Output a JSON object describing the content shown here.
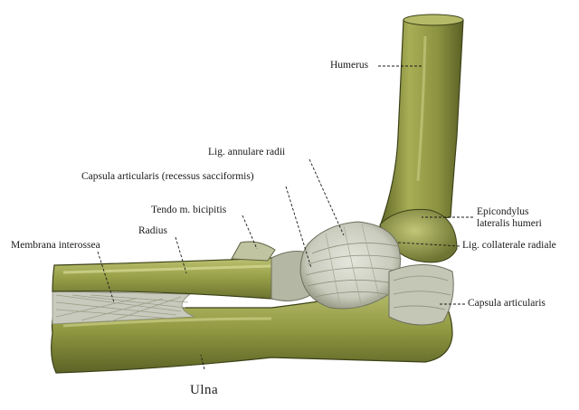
{
  "labels": {
    "humerus": "Humerus",
    "lig_annulare_radii": "Lig. annulare radii",
    "capsula_recessus": "Capsula articularis (recessus sacciformis)",
    "tendo_bicipitis": "Tendo m. bicipitis",
    "radius": "Radius",
    "membrana_interossea": "Membrana interossea",
    "epicondylus_line1": "Epicondylus",
    "epicondylus_line2": "lateralis humeri",
    "lig_collaterale_radiale": "Lig. collaterale radiale",
    "capsula_articularis": "Capsula articularis",
    "ulna": "Ulna"
  },
  "colors": {
    "bone": "#9aa24a",
    "bone_dark": "#5f6626",
    "bone_light": "#c7cc7e",
    "ligament": "#d8dad0",
    "ligament_shade": "#a9ab98",
    "ink": "#1a1a1a"
  }
}
